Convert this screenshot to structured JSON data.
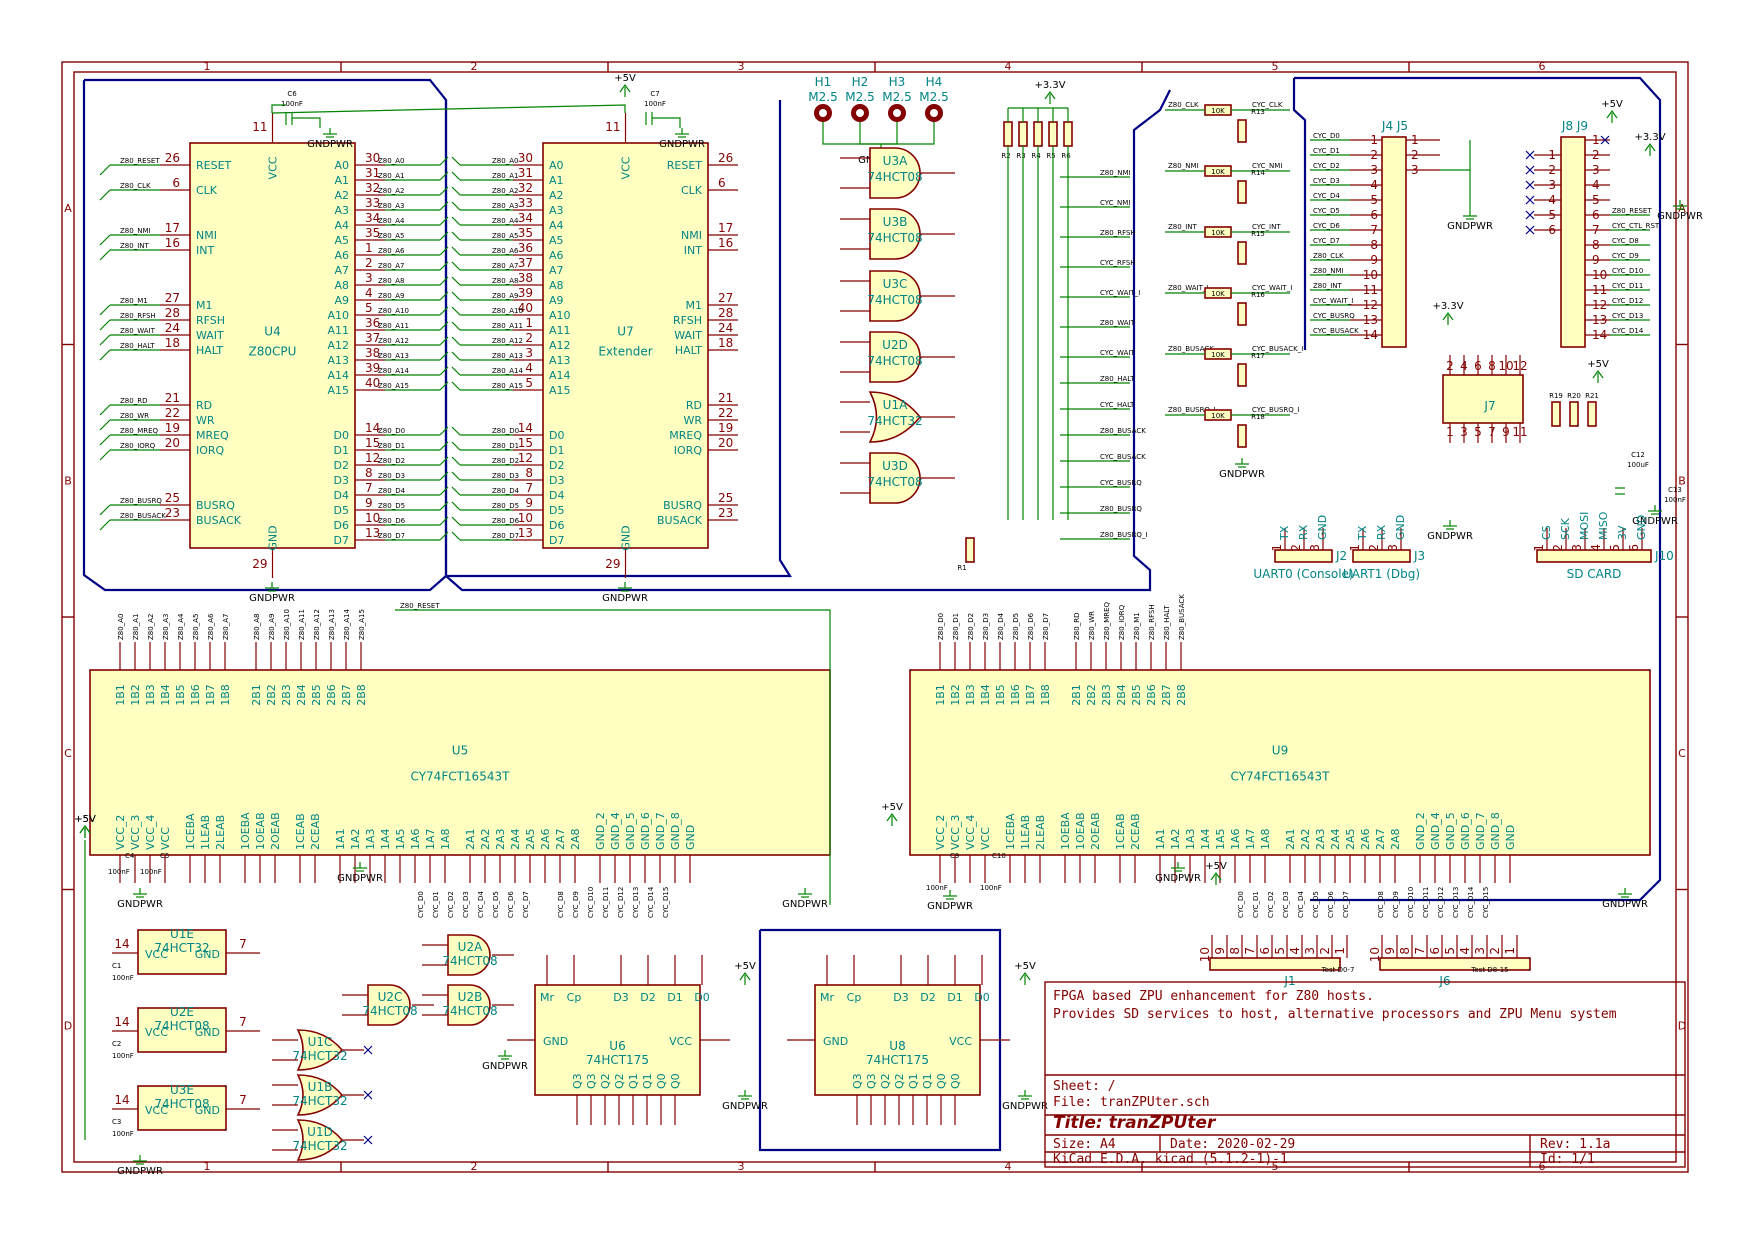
{
  "border": {
    "columns": [
      "1",
      "2",
      "3",
      "4",
      "5",
      "6"
    ],
    "rows": [
      "A",
      "B",
      "C",
      "D"
    ]
  },
  "power": {
    "vcc5": "+5V",
    "vcc33": "+3.3V",
    "gnd": "GNDPWR"
  },
  "u4": {
    "ref": "U4",
    "value": "Z80CPU",
    "left": [
      "RESET",
      "CLK",
      "NMI",
      "INT",
      "M1",
      "RFSH",
      "WAIT",
      "HALT",
      "RD",
      "WR",
      "MREQ",
      "IORQ",
      "BUSRQ",
      "BUSACK"
    ],
    "leftnum": [
      "26",
      "6",
      "17",
      "16",
      "27",
      "28",
      "24",
      "18",
      "21",
      "22",
      "19",
      "20",
      "25",
      "23"
    ],
    "right": [
      "A0",
      "A1",
      "A2",
      "A3",
      "A4",
      "A5",
      "A6",
      "A7",
      "A8",
      "A9",
      "A10",
      "A11",
      "A12",
      "A13",
      "A14",
      "A15",
      "D0",
      "D1",
      "D2",
      "D3",
      "D4",
      "D5",
      "D6",
      "D7"
    ],
    "rightnum": [
      "30",
      "31",
      "32",
      "33",
      "34",
      "35",
      "1",
      "2",
      "3",
      "4",
      "5",
      "36",
      "37",
      "38",
      "39",
      "40",
      "14",
      "15",
      "12",
      "8",
      "7",
      "9",
      "10",
      "13"
    ],
    "vcc": "VCC",
    "gnd": "GND",
    "vccpin": "11",
    "gndpin": "29"
  },
  "u7": {
    "ref": "U7",
    "value": "Extender",
    "left": [
      "A0",
      "A1",
      "A2",
      "A3",
      "A4",
      "A5",
      "A6",
      "A7",
      "A8",
      "A9",
      "A10",
      "A11",
      "A12",
      "A13",
      "A14",
      "A15",
      "D0",
      "D1",
      "D2",
      "D3",
      "D4",
      "D5",
      "D6",
      "D7"
    ],
    "leftnum": [
      "30",
      "31",
      "32",
      "33",
      "34",
      "35",
      "36",
      "37",
      "38",
      "39",
      "40",
      "1",
      "2",
      "3",
      "4",
      "5",
      "14",
      "15",
      "12",
      "8",
      "7",
      "9",
      "10",
      "13"
    ],
    "right": [
      "RESET",
      "CLK",
      "NMI",
      "INT",
      "M1",
      "RFSH",
      "WAIT",
      "HALT",
      "RD",
      "WR",
      "MREQ",
      "IORQ",
      "BUSRQ",
      "BUSACK"
    ],
    "rightnum": [
      "26",
      "6",
      "17",
      "16",
      "27",
      "28",
      "24",
      "18",
      "21",
      "22",
      "19",
      "20",
      "25",
      "23"
    ],
    "vcc": "VCC",
    "gnd": "GND",
    "vccpin": "11",
    "gndpin": "29"
  },
  "caps": {
    "c6": "C6",
    "c6v": "100nF",
    "c7": "C7",
    "c7v": "100nF"
  },
  "holes": [
    {
      "ref": "H1",
      "val": "M2.5"
    },
    {
      "ref": "H2",
      "val": "M2.5"
    },
    {
      "ref": "H3",
      "val": "M2.5"
    },
    {
      "ref": "H4",
      "val": "M2.5"
    }
  ],
  "gates": [
    {
      "ref": "U3A",
      "val": "74HCT08"
    },
    {
      "ref": "U3B",
      "val": "74HCT08"
    },
    {
      "ref": "U3C",
      "val": "74HCT08"
    },
    {
      "ref": "U2D",
      "val": "74HCT08"
    },
    {
      "ref": "U1A",
      "val": "74HCT32"
    },
    {
      "ref": "U3D",
      "val": "74HCT08"
    }
  ],
  "u5": {
    "ref": "U5",
    "value": "CY74FCT16543T"
  },
  "u9": {
    "ref": "U9",
    "value": "CY74FCT16543T"
  },
  "tx_top": [
    "1B1",
    "1B2",
    "1B3",
    "1B4",
    "1B5",
    "1B6",
    "1B7",
    "1B8",
    "2B1",
    "2B2",
    "2B3",
    "2B4",
    "2B5",
    "2B6",
    "2B7",
    "2B8"
  ],
  "tx_bot": [
    "VCC_2",
    "VCC_3",
    "VCC_4",
    "VCC",
    "1CEBA",
    "1LEAB",
    "2LEAB",
    "1OEBA",
    "1OEAB",
    "2OEAB",
    "1CEAB",
    "2CEAB",
    "1A1",
    "1A2",
    "1A3",
    "1A4",
    "1A5",
    "1A6",
    "1A7",
    "1A8",
    "2A1",
    "2A2",
    "2A3",
    "2A4",
    "2A5",
    "2A6",
    "2A7",
    "2A8",
    "GND_2",
    "GND_4",
    "GND_5",
    "GND_6",
    "GND_7",
    "GND_8",
    "GND"
  ],
  "u6": {
    "ref": "U6",
    "value": "74HCT175"
  },
  "u8": {
    "ref": "U8",
    "value": "74HCT175"
  },
  "ff_top": [
    "Mr",
    "Cp",
    "D3",
    "D2",
    "D1",
    "D0"
  ],
  "ff_bot": [
    "Q3",
    "Q3",
    "Q2",
    "Q2",
    "Q1",
    "Q1",
    "Q0",
    "Q0"
  ],
  "ugates": [
    {
      "ref": "U1E",
      "val": "74HCT32"
    },
    {
      "ref": "U2E",
      "val": "74HCT08"
    },
    {
      "ref": "U3E",
      "val": "74HCT08"
    }
  ],
  "lgates": [
    {
      "ref": "U2A",
      "val": "74HCT08"
    },
    {
      "ref": "U2C",
      "val": "74HCT08"
    },
    {
      "ref": "U2B",
      "val": "74HCT08"
    },
    {
      "ref": "U1C",
      "val": "74HCT32"
    },
    {
      "ref": "U1B",
      "val": "74HCT32"
    },
    {
      "ref": "U1D",
      "val": "74HCT32"
    }
  ],
  "connectors": {
    "j2": "J2",
    "j2label": "UART0 (Console)",
    "j3": "J3",
    "j3label": "UART1 (Dbg)",
    "j10": "J10",
    "j10label": "SD CARD",
    "j1": "J1",
    "j1label": "Test D0-7",
    "j6": "J6",
    "j6label": "Test D8-15",
    "j4j5": "J4 J5",
    "j8j9": "J8 J9",
    "j7": "J7"
  },
  "j4_nets": [
    "CYC_D0",
    "CYC_D1",
    "CYC_D2",
    "CYC_D3",
    "CYC_D4",
    "CYC_D5",
    "CYC_D6",
    "CYC_D7",
    "Z80_CLK",
    "Z80_NMI",
    "Z80_INT",
    "CYC_WAIT_I",
    "CYC_BUSRQ",
    "CYC_BUSACK"
  ],
  "j9_nets": [
    "Z80_RESET",
    "CYC_CTL_RST",
    "CYC_D8",
    "CYC_D9",
    "CYC_D10",
    "CYC_D11",
    "CYC_D12",
    "CYC_D13",
    "CYC_D14",
    "CYC_D15"
  ],
  "title_block": {
    "desc1": "FPGA based ZPU enhancement for Z80 hosts.",
    "desc2": "Provides SD services to host, alternative processors and ZPU Menu system",
    "sheet": "Sheet: /",
    "file": "File: tranZPUter.sch",
    "title": "Title: tranZPUter",
    "size": "Size: A4",
    "date": "Date: 2020-02-29",
    "rev": "Rev: 1.1a",
    "tool": "KiCad E.D.A.  kicad (5.1.2-1)-1",
    "id": "Id: 1/1"
  }
}
